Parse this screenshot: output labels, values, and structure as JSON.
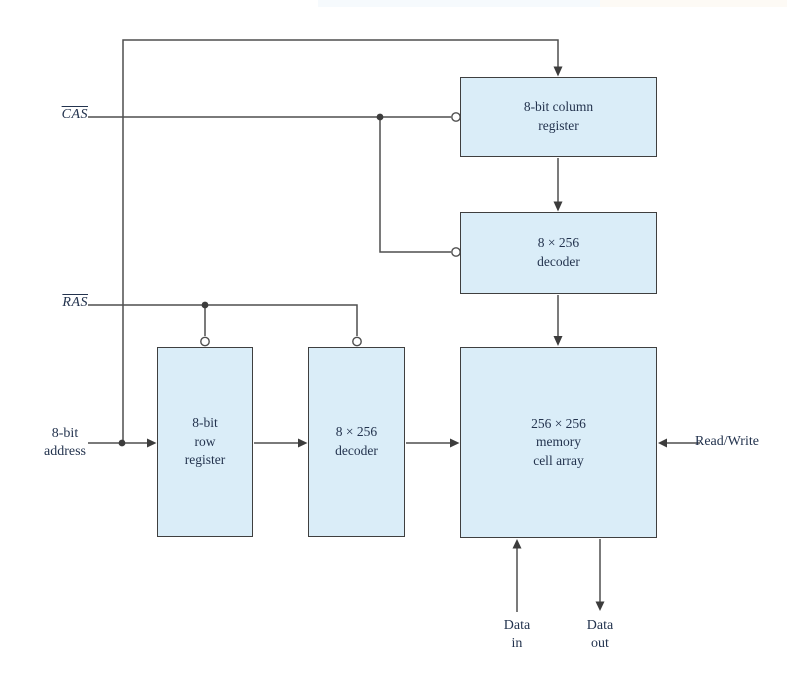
{
  "colors": {
    "box_fill": "#daedf8",
    "box_border": "#3f3f3f",
    "wire": "#4f4f4f",
    "text": "#23334e"
  },
  "boxes": {
    "column_register": {
      "label": "8-bit column\nregister"
    },
    "column_decoder": {
      "label": "8 × 256\ndecoder"
    },
    "memory_array": {
      "label": "256 × 256\nmemory\ncell array"
    },
    "row_register": {
      "label": "8-bit\nrow\nregister"
    },
    "row_decoder": {
      "label": "8 × 256\ndecoder"
    }
  },
  "signals": {
    "cas": "CAS",
    "ras": "RAS",
    "address": "8-bit\naddress",
    "read_write": "Read/Write",
    "data_in": "Data\nin",
    "data_out": "Data\nout"
  }
}
